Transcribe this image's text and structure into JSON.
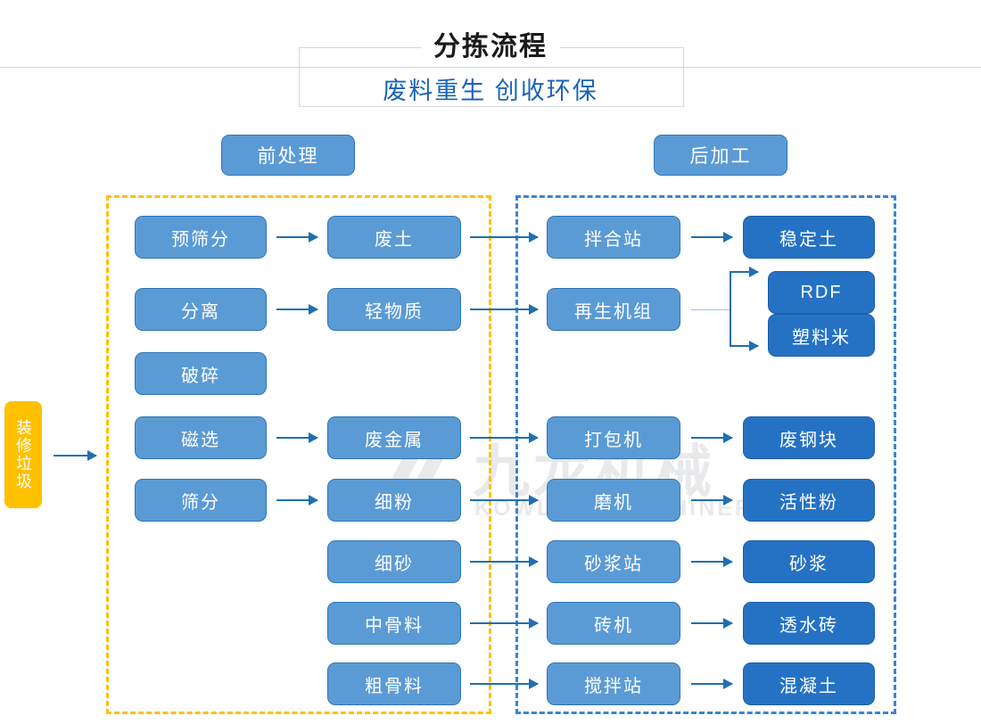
{
  "header": {
    "title": "分拣流程",
    "subtitle": "废料重生 创收环保"
  },
  "watermark": {
    "brand_cn": "九龙机械",
    "brand_en": "KOWLOONMACHINERY"
  },
  "sections": {
    "pre_label": "前处理",
    "post_label": "后加工"
  },
  "input": {
    "label": "装修垃圾"
  },
  "colors": {
    "light_blue": "#5B9BD5",
    "dark_blue": "#2572C4",
    "yellow": "#FFC000",
    "arrow_blue": "#1F6FB2",
    "title_blue": "#1B63B5"
  },
  "columns": {
    "process1": [
      {
        "label": "预筛分"
      },
      {
        "label": "分离"
      },
      {
        "label": "破碎"
      },
      {
        "label": "磁选"
      },
      {
        "label": "筛分"
      }
    ],
    "material2": [
      {
        "label": "废土"
      },
      {
        "label": "轻物质"
      },
      {
        "label": "废金属"
      },
      {
        "label": "细粉"
      },
      {
        "label": "细砂"
      },
      {
        "label": "中骨料"
      },
      {
        "label": "粗骨料"
      }
    ],
    "machine3": [
      {
        "label": "拌合站"
      },
      {
        "label": "再生机组"
      },
      {
        "label": "打包机"
      },
      {
        "label": "磨机"
      },
      {
        "label": "砂浆站"
      },
      {
        "label": "砖机"
      },
      {
        "label": "搅拌站"
      }
    ],
    "product4": [
      {
        "label": "稳定土"
      },
      {
        "label": "RDF"
      },
      {
        "label": "塑料米"
      },
      {
        "label": "废钢块"
      },
      {
        "label": "活性粉"
      },
      {
        "label": "砂浆"
      },
      {
        "label": "透水砖"
      },
      {
        "label": "混凝土"
      }
    ]
  }
}
